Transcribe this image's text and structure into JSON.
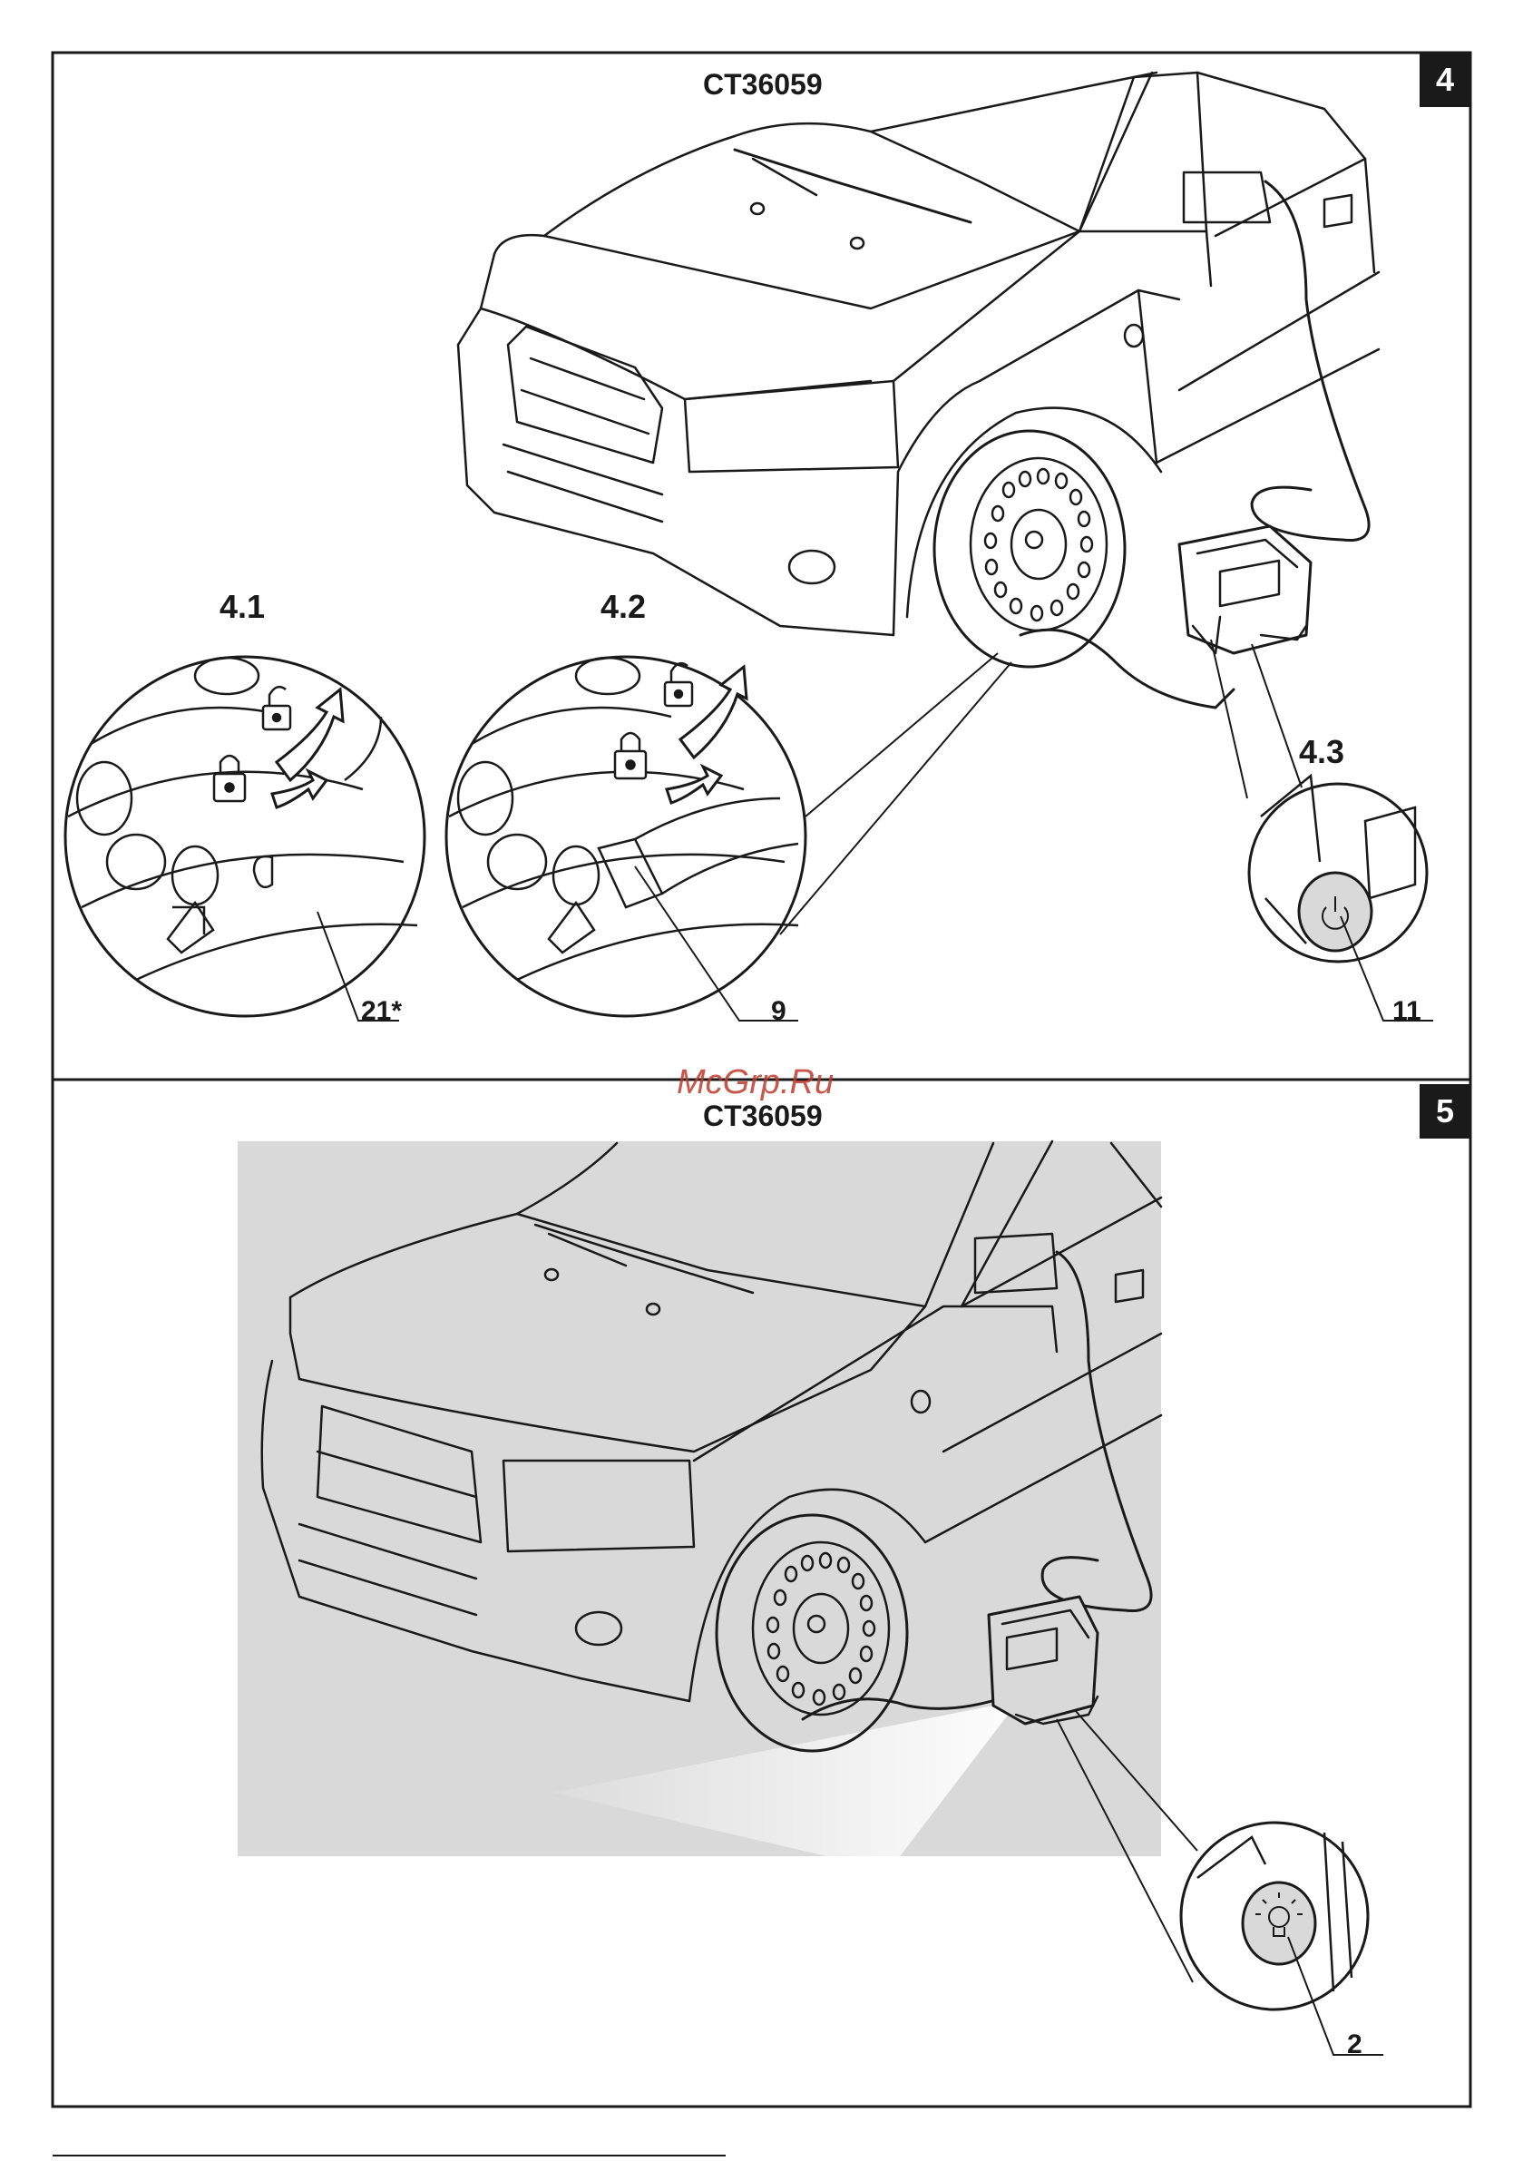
{
  "watermark": "McGrp.Ru",
  "panels": [
    {
      "number": "4",
      "code": "CT36059",
      "details": [
        {
          "label": "4.1",
          "callout": "21*"
        },
        {
          "label": "4.2",
          "callout": "9"
        },
        {
          "label": "4.3",
          "callout": "11"
        }
      ]
    },
    {
      "number": "5",
      "code": "CT36059",
      "callout": "2"
    }
  ],
  "colors": {
    "line": "#1a1a1a",
    "shade": "#d9d9d9",
    "badge": "#1a1a1a",
    "watermark": "#c0392b"
  },
  "icons": [
    "lock-closed-icon",
    "lock-open-icon",
    "rotate-arrow-icon",
    "power-icon",
    "light-bulb-icon"
  ]
}
